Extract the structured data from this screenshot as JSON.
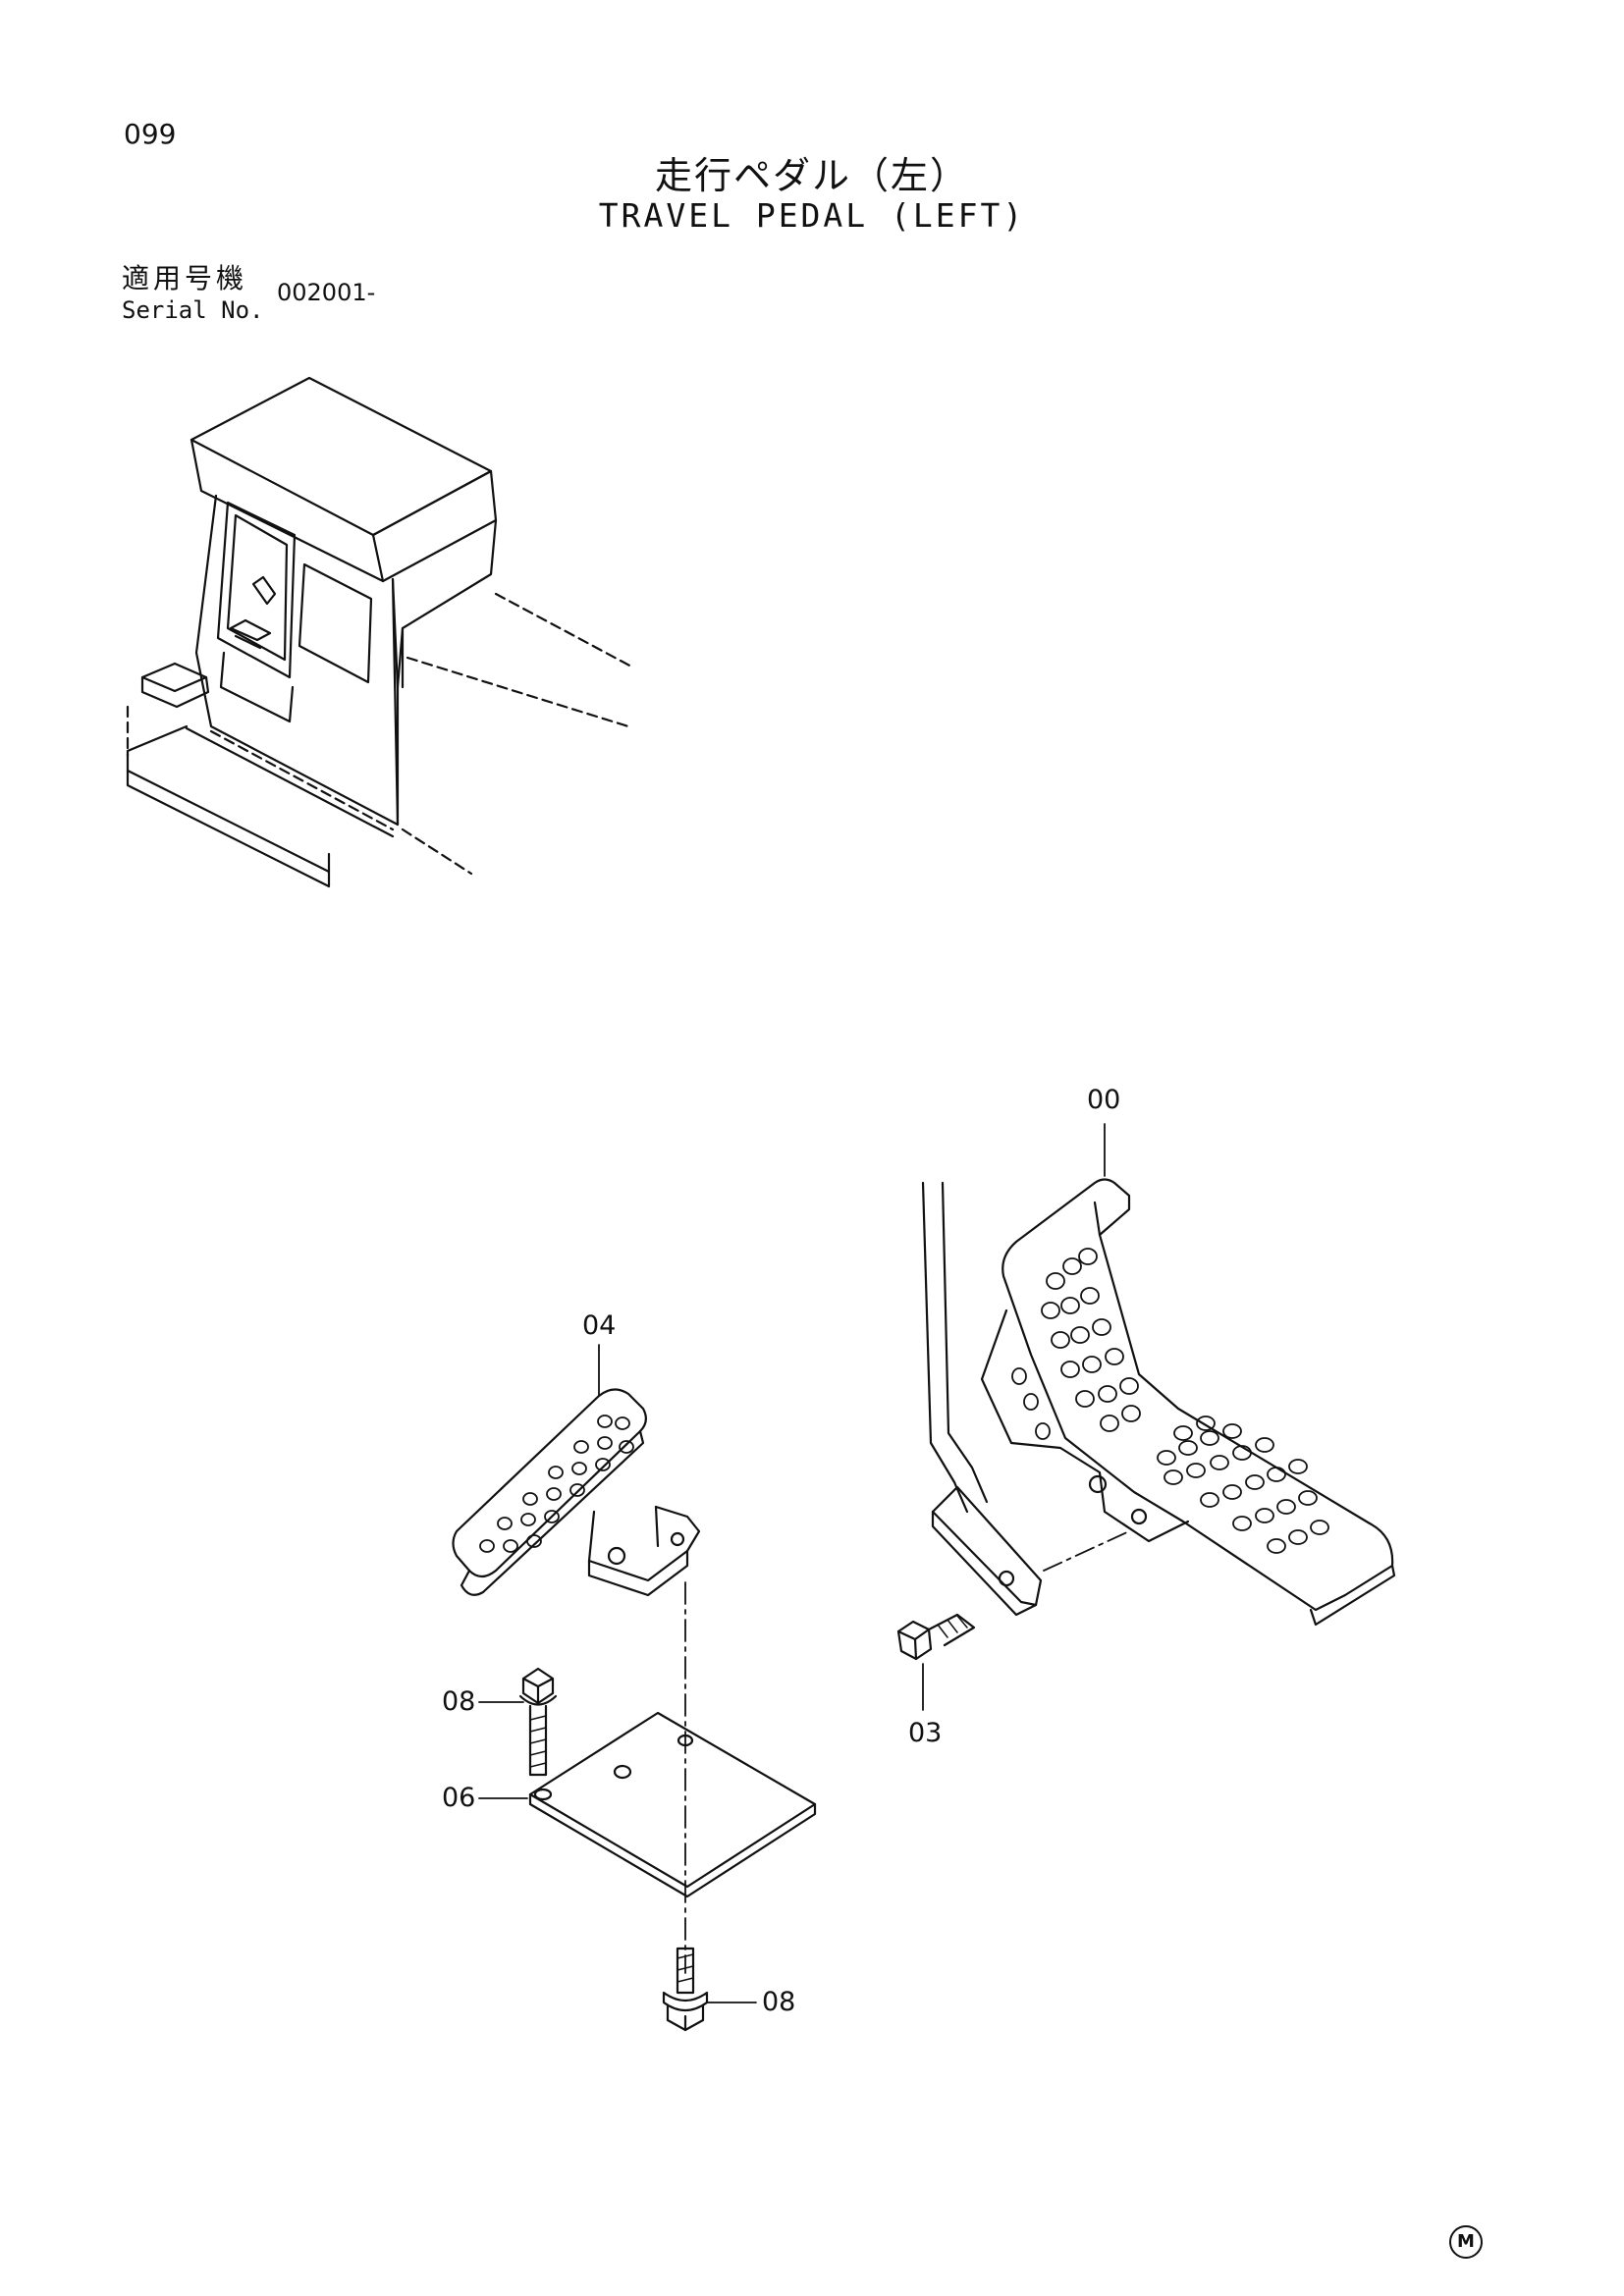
{
  "page": {
    "number": "099"
  },
  "title": {
    "japanese": "走行ペダル（左）",
    "english": "TRAVEL PEDAL (LEFT)"
  },
  "serial": {
    "label_jp": "適用号機",
    "label_en": "Serial No.",
    "value": "002001-"
  },
  "callouts": {
    "c00": "00",
    "c03": "03",
    "c04": "04",
    "c06": "06",
    "c08_top": "08",
    "c08_bottom": "08"
  },
  "footer": {
    "mark": "M"
  }
}
